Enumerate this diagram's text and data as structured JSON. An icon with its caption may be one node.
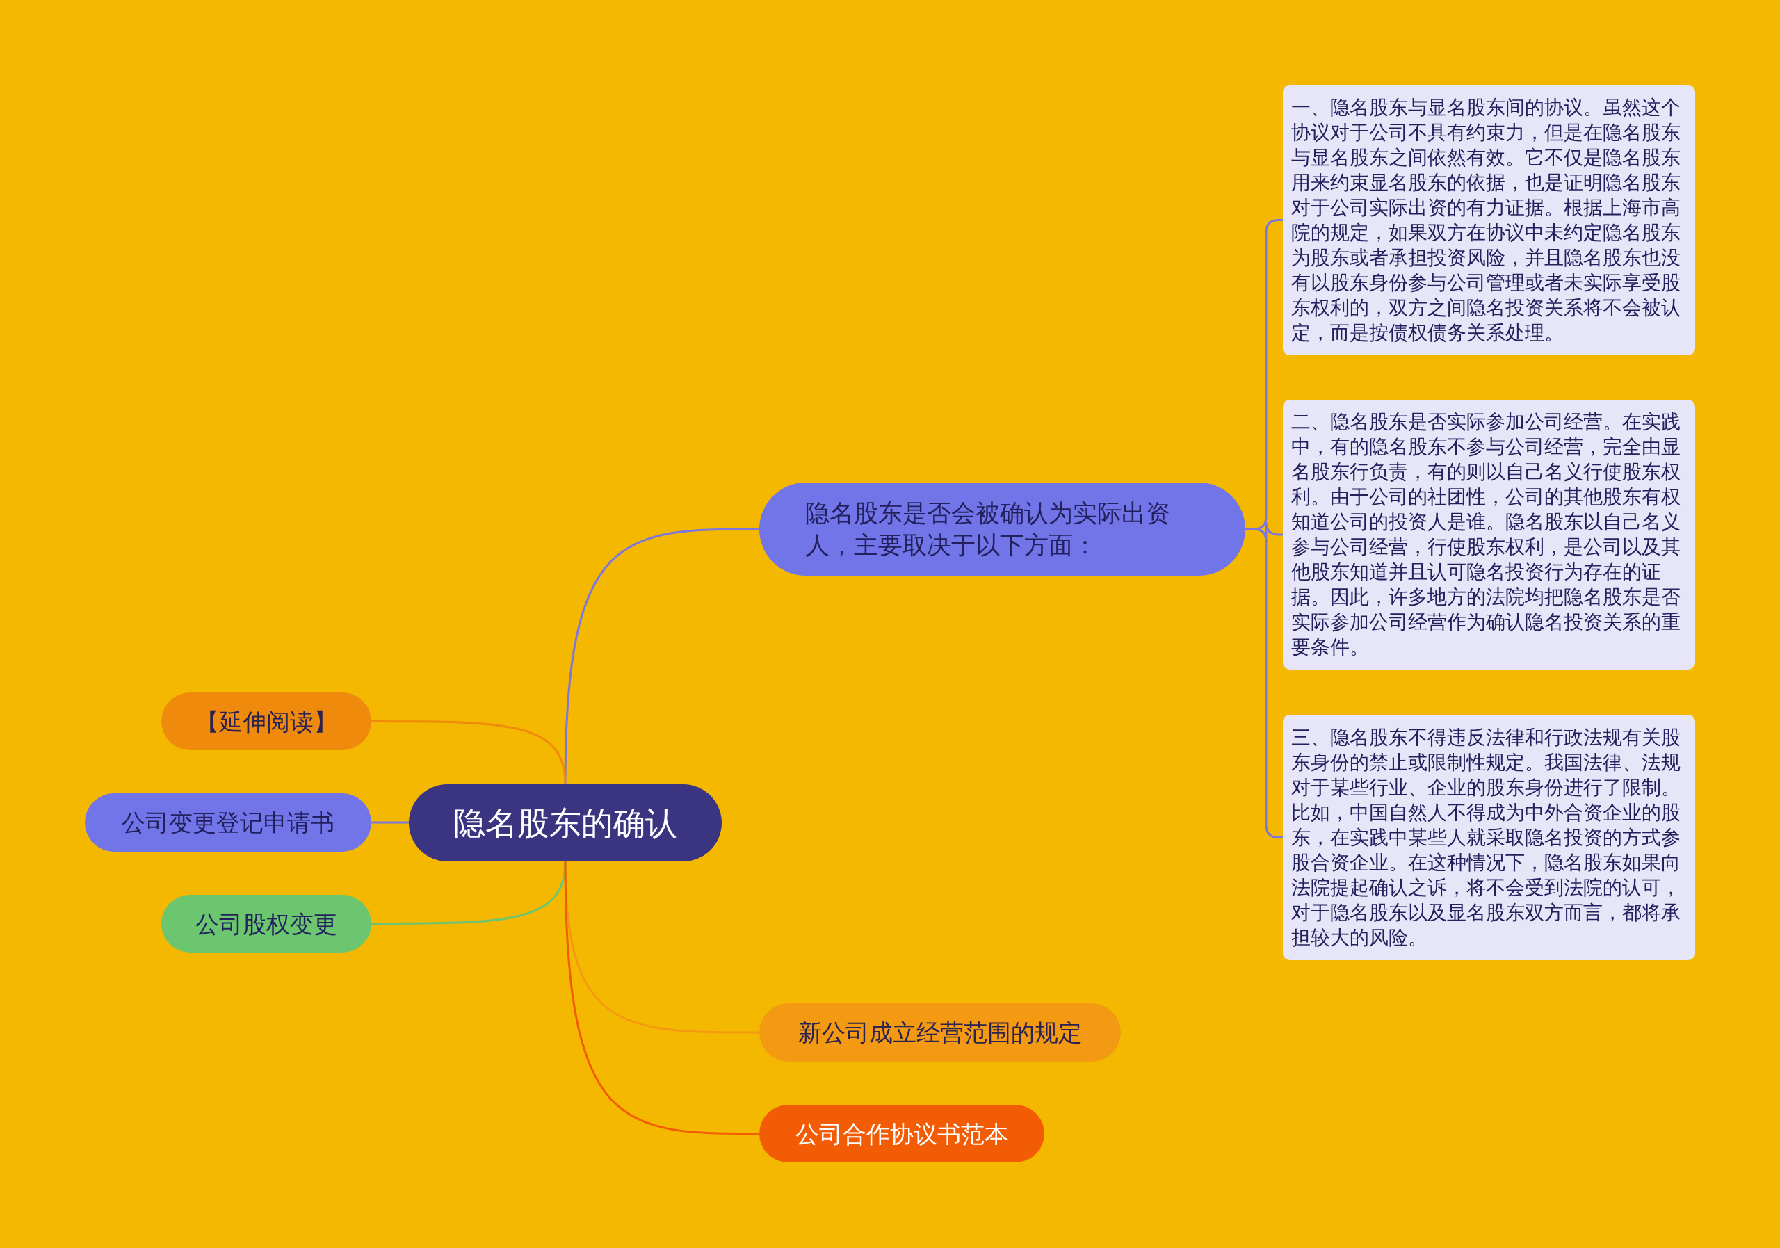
{
  "diagram": {
    "nodes": [
      {
        "text": [
          "隐名股东的确认"
        ]
      },
      {
        "text": [
          "隐名股东是否会被确认为实际出资人，主要取决于以下方面："
        ]
      },
      {
        "text": [
          "一、隐名股东与显名股东间的协议。虽然这个协议对于公司不具有约束力，但是在隐名股东与显名股东之间依然有效。它不仅是隐名股东用来约束显名股东的依据，也是证明隐名股东对于公司实际出资的有力证据。根据上海市高院的规定，如果双方在协议中未约定隐名股东为股东或者承担投资风险，并且隐名股东也没有以股东身份参与公司管理或者未实际享受股东权利的，双方之间隐名投资关系将不会被认定，而是按债权债务关系处理。"
        ]
      },
      {
        "text": [
          "二、隐名股东是否实际参加公司经营。在实践中，有的隐名股东不参与公司经营，完全由显名股东行负责，有的则以自己名义行使股东权利。由于公司的社团性，公司的其他股东有权知道公司的投资人是谁。隐名股东以自己名义参与公司经营，行使股东权利，是公司以及其他股东知道并且认可隐名投资行为存在的证据。因此，许多地方的法院均把隐名股东是否实际参加公司经营作为确认隐名投资关系的重要条件。"
        ]
      },
      {
        "text": [
          "三、隐名股东不得违反法律和行政法规有关股东身份的禁止或限制性规定。我国法律、法规对于某些行业、企业的股东身份进行了限制。比如，中国自然人不得成为中外合资企业的股东，在实践中某些人就采取隐名投资的方式参股合资企业。在这种情况下，隐名股东如果向法院提起确认之诉，将不会受到法院的认可，对于隐名股东以及显名股东双方而言，都将承担较大的风险。"
        ]
      },
      {
        "text": [
          "【延伸阅读】"
        ]
      },
      {
        "text": [
          "公司变更登记申请书"
        ]
      },
      {
        "text": [
          "公司股权变更"
        ]
      },
      {
        "text": [
          "新公司成立经营范围的规定"
        ]
      },
      {
        "text": [
          "公司合作协议书范本"
        ]
      }
    ],
    "edges": [
      {
        "from": 0,
        "to": 1,
        "arrow": "none"
      },
      {
        "from": 1,
        "to": 2,
        "arrow": "none"
      },
      {
        "from": 1,
        "to": 3,
        "arrow": "none"
      },
      {
        "from": 1,
        "to": 4,
        "arrow": "none"
      },
      {
        "from": 0,
        "to": 5,
        "arrow": "none",
        "color": "#f08a0c"
      },
      {
        "from": 0,
        "to": 6,
        "arrow": "none"
      },
      {
        "from": 0,
        "to": 7,
        "arrow": "none",
        "color": "#6cc56f"
      },
      {
        "from": 0,
        "to": 8,
        "arrow": "none",
        "color": "#f39a12"
      },
      {
        "from": 0,
        "to": 9,
        "arrow": "none",
        "color": "#f25c05"
      }
    ]
  }
}
